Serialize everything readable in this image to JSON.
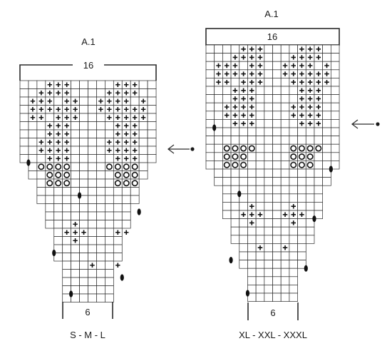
{
  "colors": {
    "line": "#2a2a2a",
    "background": "#ffffff"
  },
  "charts": [
    {
      "title": "A.1",
      "top_count": "16",
      "bottom_count": "6",
      "size_label": "S - M - L",
      "arrow_icon": "arrow-left-dot-icon",
      "symbols": [
        "cross-stitch-icon",
        "circle-stitch-icon",
        "oval-stitch-icon"
      ]
    },
    {
      "title": "A.1",
      "top_count": "16",
      "bottom_count": "6",
      "size_label": "XL - XXL - XXXL",
      "arrow_icon": "arrow-left-dot-icon",
      "symbols": [
        "cross-stitch-icon",
        "circle-stitch-icon",
        "oval-stitch-icon"
      ]
    }
  ]
}
